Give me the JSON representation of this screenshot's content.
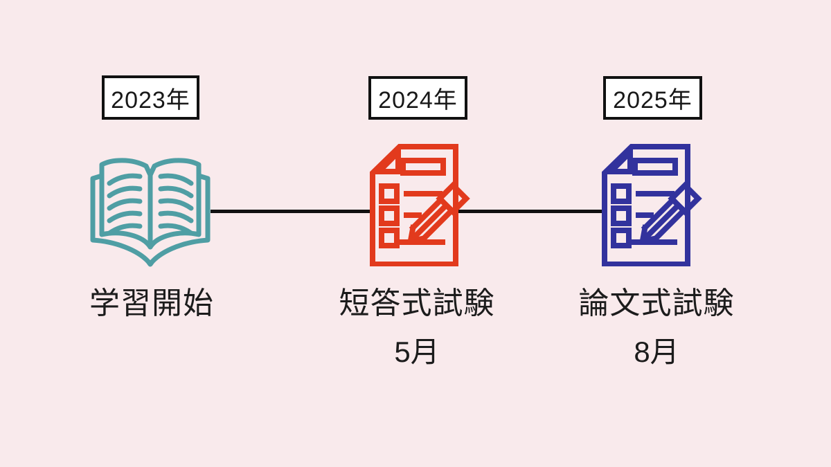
{
  "page": {
    "background_color": "#f9eaec",
    "connector_color": "#111111",
    "text_color": "#1c1c1c"
  },
  "milestones": [
    {
      "year": "2023年",
      "label": "学習開始",
      "month": "",
      "icon": "open-book-icon",
      "icon_color": "#4f9ea4"
    },
    {
      "year": "2024年",
      "label": "短答式試験",
      "month": "5月",
      "icon": "exam-sheet-pencil-icon",
      "icon_color": "#e23a1d"
    },
    {
      "year": "2025年",
      "label": "論文式試験",
      "month": "8月",
      "icon": "exam-sheet-pencil-icon",
      "icon_color": "#32329d"
    }
  ]
}
